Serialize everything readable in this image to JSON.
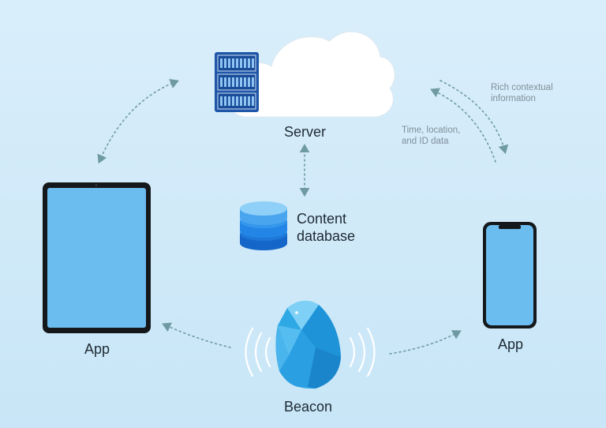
{
  "nodes": {
    "server": {
      "label": "Server"
    },
    "content_db": {
      "label_line1": "Content",
      "label_line2": "database"
    },
    "tablet": {
      "label": "App"
    },
    "phone": {
      "label": "App"
    },
    "beacon": {
      "label": "Beacon"
    }
  },
  "annotations": {
    "rich_line1": "Rich contextual",
    "rich_line2": "information",
    "time_line1": "Time, location,",
    "time_line2": "and ID data"
  },
  "colors": {
    "background": "#d3ebf9",
    "arrow": "#6f9aa3",
    "device_screen": "#6bbcef",
    "device_body": "#15181b",
    "server": "#1f56a8",
    "database": "#2d8fe0",
    "beacon": "#2fa8e6"
  }
}
